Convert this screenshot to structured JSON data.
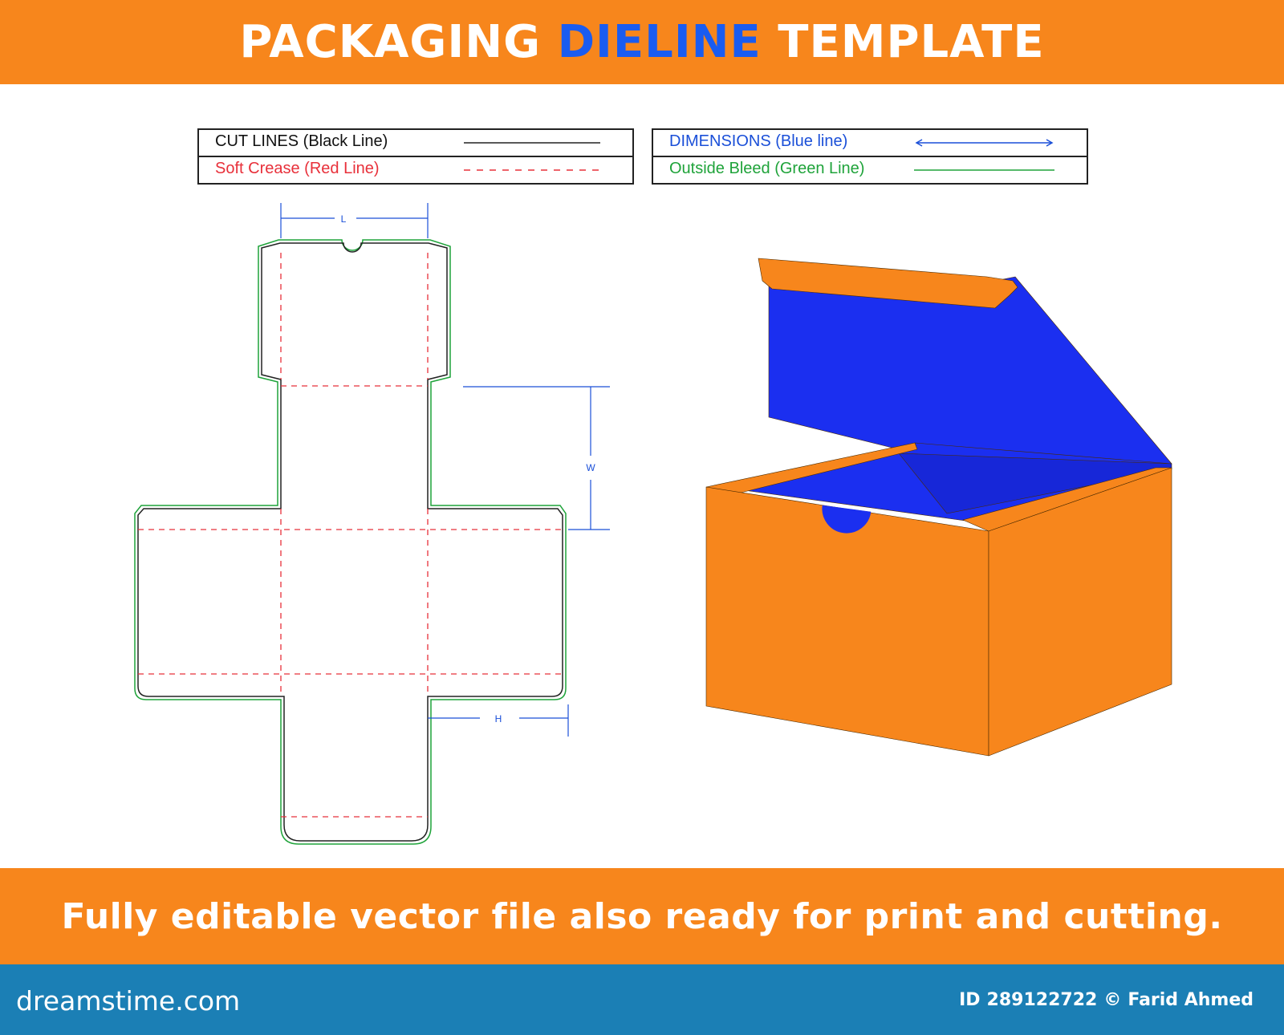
{
  "header": {
    "title_part1": "PACKAGING ",
    "title_highlight": "DIELINE",
    "title_part2": " TEMPLATE"
  },
  "legend": {
    "left": {
      "row1": "CUT LINES (Black Line)",
      "row2": "Soft Crease (Red Line)"
    },
    "right": {
      "row1": "DIMENSIONS (Blue line)",
      "row2": "Outside Bleed (Green Line)"
    }
  },
  "dimensions": {
    "length": "L",
    "width": "W",
    "height": "H"
  },
  "bottom_banner": {
    "text": "Fully editable vector file also ready for print and cutting."
  },
  "footer": {
    "logo": "dreamstime.com",
    "id_label": "ID",
    "id_number": "289122722",
    "copyright": "©",
    "author": "Farid Ahmed"
  },
  "colors": {
    "banner": "#f7861c",
    "highlight": "#1a5cf0",
    "footer_bar": "#1b7fb5",
    "cut_line": "#222222",
    "crease_line": "#e8303a",
    "dimension_line": "#1a4fd8",
    "bleed_line": "#1fa33a",
    "box_outside": "#f7861c",
    "box_inside": "#1b2ff0"
  }
}
